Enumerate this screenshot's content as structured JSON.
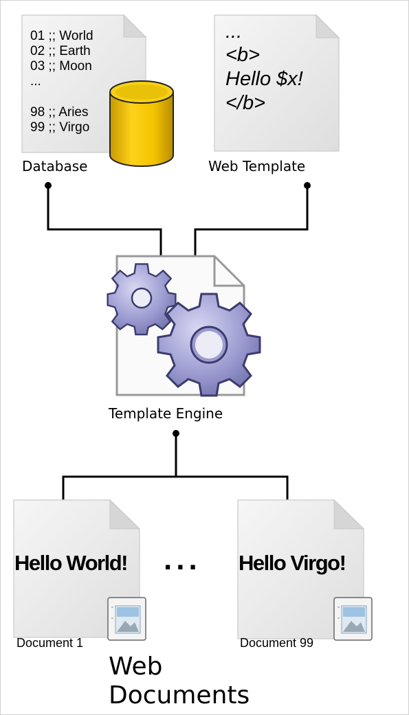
{
  "database": {
    "rows": [
      "01 ;; World",
      "02 ;; Earth",
      "03 ;; Moon",
      "...",
      "98 ;; Aries",
      "99 ;; Virgo"
    ],
    "label": "Database"
  },
  "web_template": {
    "lines": [
      "...",
      "<b>",
      "Hello $x!",
      "</b>"
    ],
    "label": "Web Template"
  },
  "engine": {
    "label": "Template Engine"
  },
  "documents": [
    {
      "text": "Hello World!",
      "label": "Document 1"
    },
    {
      "text": "Hello Virgo!",
      "label": "Document 99"
    }
  ],
  "ellipsis": "...",
  "output": {
    "title_line1": "Web",
    "title_line2": "Documents"
  },
  "colors": {
    "cylinder": "#f2c300",
    "gear": "#8f8fc6",
    "line": "#000000",
    "page": "#ececec"
  }
}
